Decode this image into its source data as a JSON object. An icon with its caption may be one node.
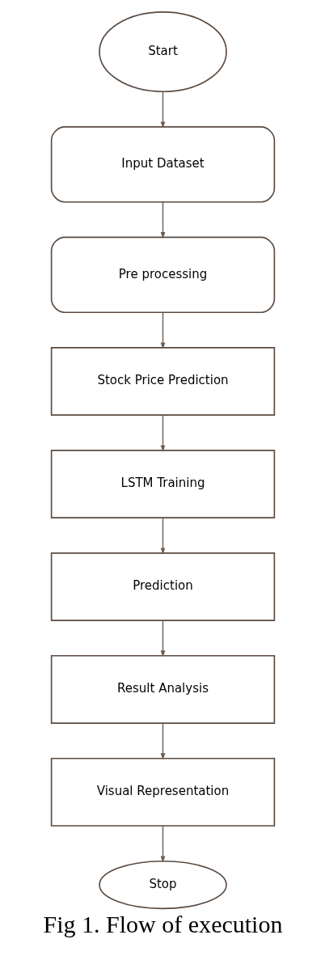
{
  "diagram": {
    "caption": "Fig 1. Flow of execution",
    "nodes": [
      {
        "text": [
          "Start"
        ]
      },
      {
        "text": [
          "Input Dataset"
        ]
      },
      {
        "text": [
          "Pre processing"
        ]
      },
      {
        "text": [
          "Stock Price Prediction"
        ]
      },
      {
        "text": [
          "LSTM Training"
        ]
      },
      {
        "text": [
          "Prediction"
        ]
      },
      {
        "text": [
          "Result Analysis"
        ]
      },
      {
        "text": [
          "Visual Representation"
        ]
      },
      {
        "text": [
          "Stop"
        ]
      }
    ],
    "edges": [
      {
        "from": 0,
        "to": 1,
        "arrow": "to"
      },
      {
        "from": 1,
        "to": 2,
        "arrow": "to"
      },
      {
        "from": 2,
        "to": 3,
        "arrow": "to"
      },
      {
        "from": 3,
        "to": 4,
        "arrow": "to"
      },
      {
        "from": 4,
        "to": 5,
        "arrow": "to"
      },
      {
        "from": 5,
        "to": 6,
        "arrow": "to"
      },
      {
        "from": 6,
        "to": 7,
        "arrow": "to"
      },
      {
        "from": 7,
        "to": 8,
        "arrow": "to"
      }
    ]
  }
}
